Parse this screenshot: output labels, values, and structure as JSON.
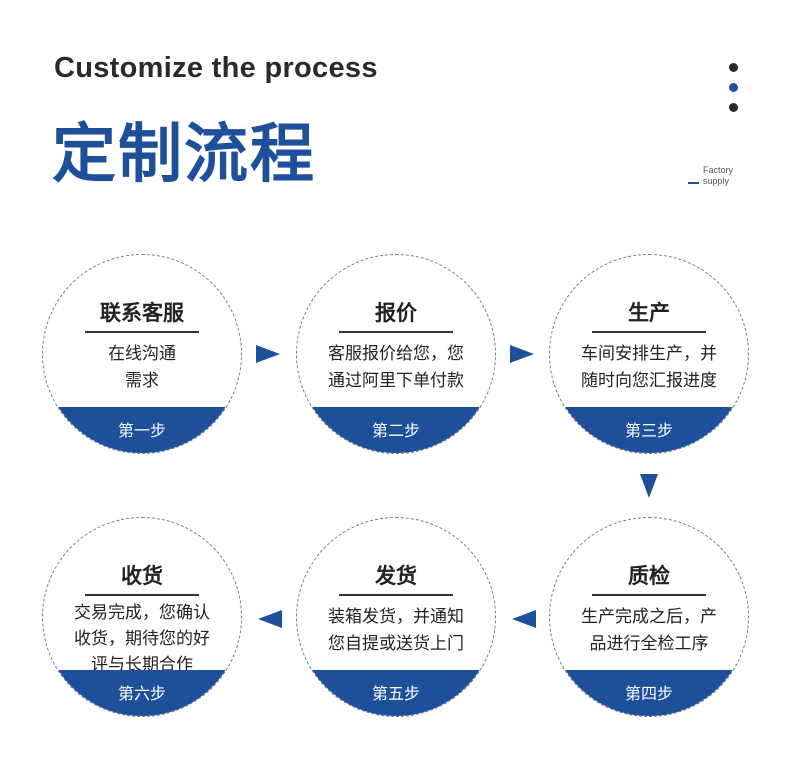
{
  "header": {
    "title_en": "Customize the process",
    "title_cn": "定制流程",
    "tag_line1": "Factory",
    "tag_line2": "supply"
  },
  "colors": {
    "accent": "#1d4f9a",
    "text": "#222222"
  },
  "steps": [
    {
      "name": "联系客服",
      "desc": "在线沟通\n需求",
      "num": "第一步"
    },
    {
      "name": "报价",
      "desc": "客服报价给您，您\n通过阿里下单付款",
      "num": "第二步"
    },
    {
      "name": "生产",
      "desc": "车间安排生产，并\n随时向您汇报进度",
      "num": "第三步"
    },
    {
      "name": "质检",
      "desc": "生产完成之后，产\n品进行全检工序",
      "num": "第四步"
    },
    {
      "name": "发货",
      "desc": "装箱发货，并通知\n您自提或送货上门",
      "num": "第五步"
    },
    {
      "name": "收货",
      "desc": "交易完成，您确认\n收货，期待您的好\n评与长期合作",
      "num": "第六步"
    }
  ]
}
